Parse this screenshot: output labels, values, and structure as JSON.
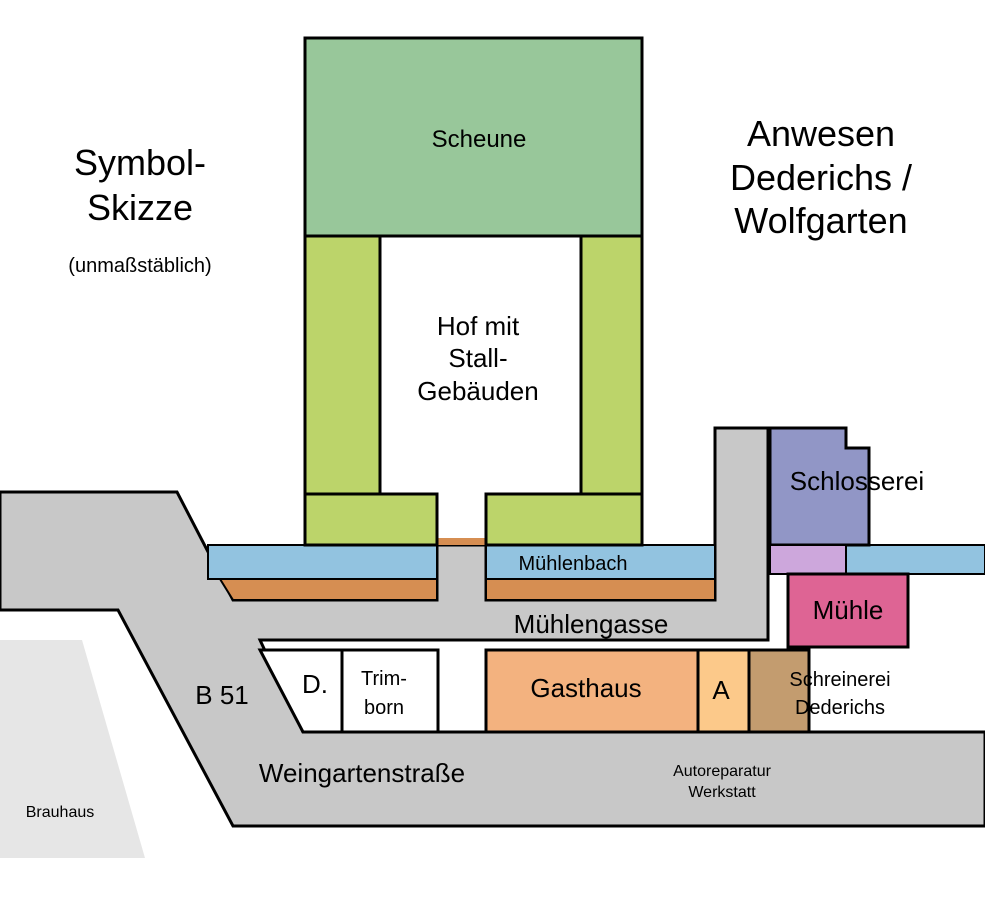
{
  "map": {
    "title_lines": [
      "Symbol-",
      "Skizze"
    ],
    "subtitle": "(unmaßstäblich)",
    "heading_lines": [
      "Anwesen",
      "Dederichs /",
      "Wolfgarten"
    ],
    "labels": {
      "scheune": "Scheune",
      "hof_lines": [
        "Hof mit",
        "Stall-",
        "Gebäuden"
      ],
      "schlosserei": "Schlosserei",
      "muehlenbach": "Mühlenbach",
      "muehlengasse": "Mühlengasse",
      "muehle": "Mühle",
      "b51": "B 51",
      "d": "D.",
      "trimborn_lines": [
        "Trim-",
        "born"
      ],
      "gasthaus": "Gasthaus",
      "a": "A",
      "schreinerei_lines": [
        "Schreinerei",
        "Dederichs"
      ],
      "weingartenstrasse": "Weingartenstraße",
      "autoreparatur_lines": [
        "Autoreparatur",
        "Werkstatt"
      ],
      "brauhaus": "Brauhaus"
    },
    "colors": {
      "road": "#c8c8c8",
      "barn": "#98c79a",
      "stables": "#bcd46a",
      "stream": "#92c3e0",
      "bank": "#d68e52",
      "schlosserei": "#9196c6",
      "schlosserei_annex": "#cda7dc",
      "muehle": "#de6494",
      "gasthaus": "#f3b27f",
      "a_building": "#fcc98a",
      "schreinerei": "#c39c6f",
      "brauhaus": "#e6e6e6",
      "outline": "#000000"
    }
  }
}
